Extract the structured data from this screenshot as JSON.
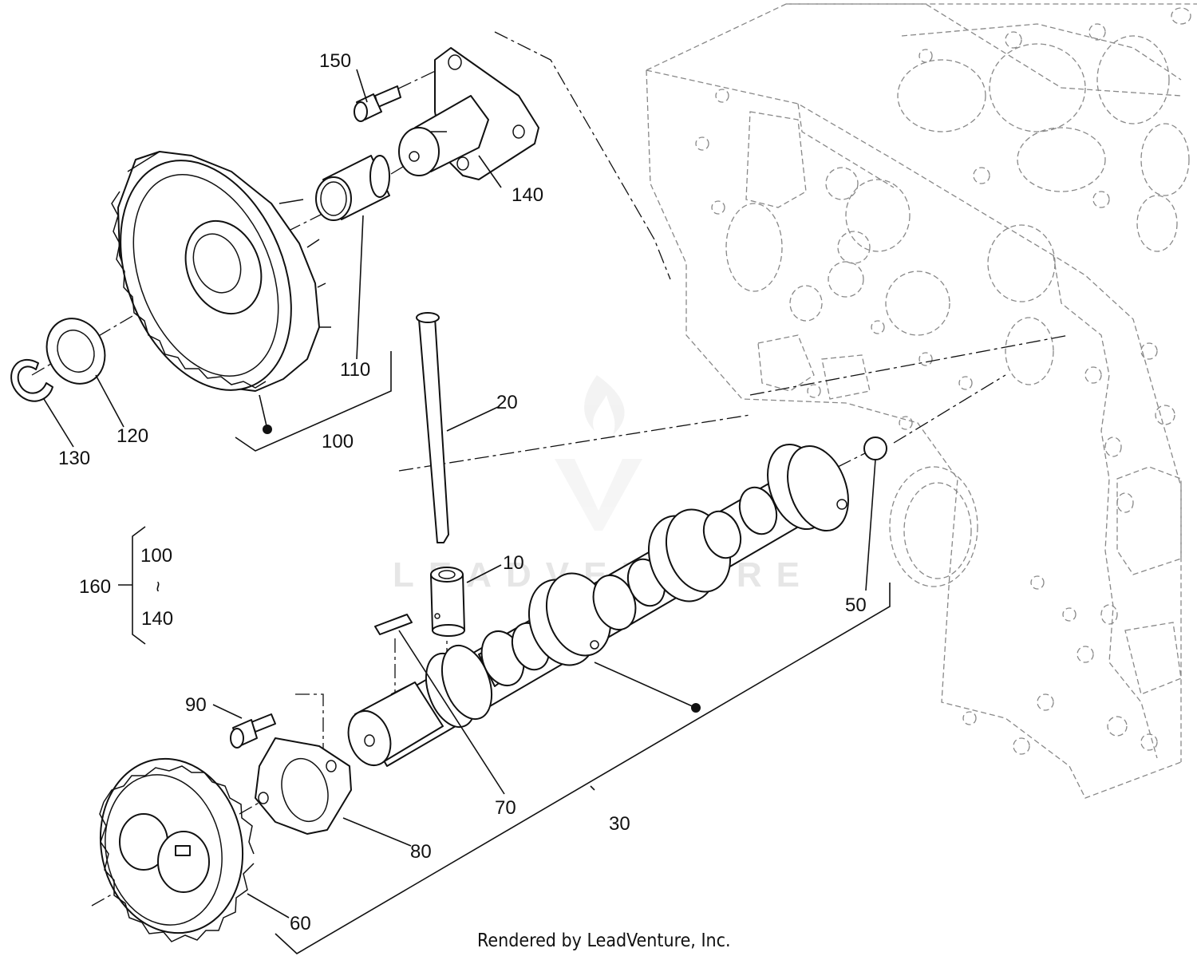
{
  "callouts": {
    "c150": "150",
    "c140": "140",
    "c110": "110",
    "c100": "100",
    "c120": "120",
    "c130": "130",
    "c20": "20",
    "c10": "10",
    "c50": "50",
    "c160": "160",
    "c160_from": "100",
    "c160_sep": "~",
    "c160_to": "140",
    "c90": "90",
    "c70": "70",
    "c30": "30",
    "c80": "80",
    "c60": "60"
  },
  "watermark": {
    "text": "LEADVENTURE"
  },
  "footer": {
    "credit": "Rendered by LeadVenture, Inc."
  }
}
